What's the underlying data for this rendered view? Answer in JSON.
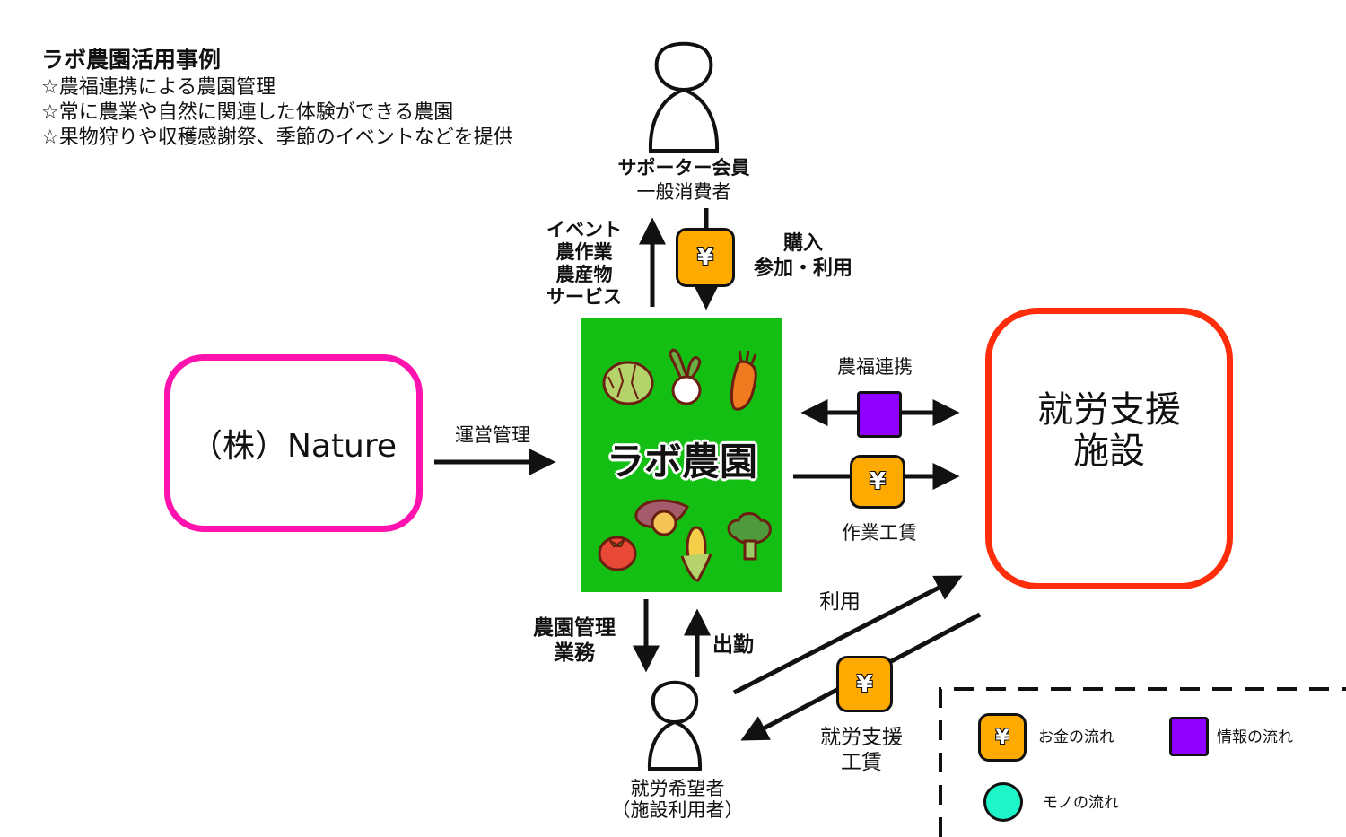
{
  "intro": {
    "title": "ラボ農園活用事例",
    "bullets": [
      "☆農福連携による農園管理",
      "☆常に農業や自然に関連した体験ができる農園",
      "☆果物狩りや収穫感謝祭、季節のイベントなどを提供"
    ]
  },
  "nodes": {
    "supporter": {
      "title": "サポーター会員",
      "subtitle": "一般消費者"
    },
    "nature": {
      "label": "（株）Nature"
    },
    "farm": {
      "label": "ラボ農園"
    },
    "facility": {
      "line1": "就労支援",
      "line2": "施設"
    },
    "worker": {
      "line1": "就労希望者",
      "line2": "（施設利用者）"
    }
  },
  "flows": {
    "to_supporter": [
      "イベント",
      "農作業",
      "農産物",
      "サービス"
    ],
    "from_supporter": [
      "購入",
      "参加・利用"
    ],
    "nature_to_farm": "運営管理",
    "farm_facility_info": "農福連携",
    "farm_to_facility_money": "作業工賃",
    "farm_to_worker": [
      "農園管理",
      "業務"
    ],
    "worker_to_farm": "出勤",
    "worker_to_facility": "利用",
    "facility_to_worker_money": [
      "就労支援",
      "工賃"
    ]
  },
  "icons": {
    "yen_symbol": "¥"
  },
  "legend": {
    "items": [
      {
        "icon": "yen-icon",
        "label": "お金の流れ",
        "color": "#ffaa00"
      },
      {
        "icon": "square-icon",
        "label": "情報の流れ",
        "color": "#9000ff"
      },
      {
        "icon": "circle-icon",
        "label": "モノの流れ",
        "color": "#1ef5c8"
      }
    ]
  },
  "colors": {
    "nature_border": "#ff12ad",
    "facility_border": "#ff2d0a",
    "farm_fill": "#12bf12",
    "money": "#ffaa00",
    "info": "#9000ff",
    "goods": "#1ef5c8"
  }
}
